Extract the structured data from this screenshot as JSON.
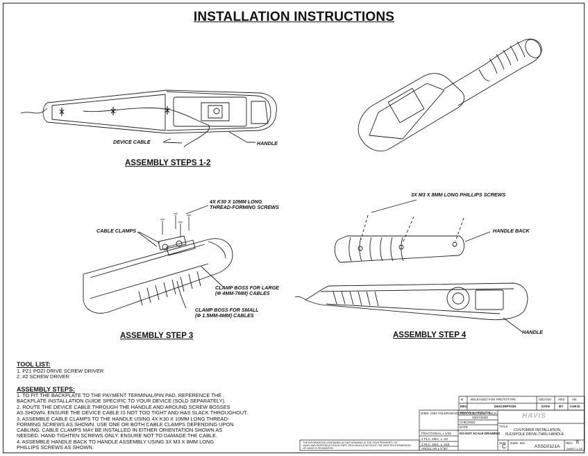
{
  "title": "INSTALLATION INSTRUCTIONS",
  "steps": {
    "s12": "ASSEMBLY STEPS 1-2",
    "s3": "ASSEMBLY STEP 3",
    "s4": "ASSEMBLY STEP 4"
  },
  "callouts": {
    "device_cable": "DEVICE CABLE",
    "handle_top": "HANDLE",
    "screws_k30_1": "4X K30 X 10MM LONG",
    "screws_k30_2": "THREAD-FORMING SCREWS",
    "cable_clamps": "CABLE CLAMPS",
    "boss_large_1": "CLAMP BOSS FOR LARGE",
    "boss_large_2": "(Φ 4MM-7MM) CABLES",
    "boss_small_1": "CLAMP BOSS FOR SMALL",
    "boss_small_2": "(Φ 1.5MM-4MM) CABLES",
    "screws_m3": "3X M3 X 8MM LONG PHILLIPS SCREWS",
    "handle_back": "HANDLE BACK",
    "handle_bottom": "HANDLE"
  },
  "tool_list": {
    "heading": "TOOL LIST:",
    "items": [
      "1.  PZ1 POZI DRIVE SCREW DRIVER",
      "2.  #2 SCREW DRIVER"
    ]
  },
  "assembly_steps": {
    "heading": "ASSEMBLY STEPS:",
    "lines": [
      "1.  TO FIT THE BACKPLATE TO THE PAYMENT TERMINAL/PIN PAD, REFERENCE THE",
      "     BACKPLATE INSTALLATION GUIDE SPECIFIC TO YOUR DEVICE (SOLD SEPARATELY).",
      "2.  ROUTE THE DEVICE CABLE THROUGH THE HANDLE AND AROUND SCREW BOSSES",
      "     AS SHOWN. ENSURE THE DEVICE CABLE IS NOT TOO TIGHT AND HAS SLACK THROUGHOUT.",
      "3.  ASSEMBLE CABLE CLAMPS TO THE HANDLE USING 4X K30 X 10MM LONG THREAD-",
      "     FORMING SCREWS AS SHOWN. USE ONE OR BOTH CABLE CLAMPS DEPENDING UPON",
      "     CABLING. CABLE CLAMPS MAY BE INSTALLED IN EITHER ORIENTATION SHOWN AS",
      "     NEEDED. HAND TIGHTEN SCREWS ONLY. ENSURE NOT TO DAMAGE THE CABLE.",
      "4.  ASSEMBLE HANDLE BACK TO HANDLE ASSEMBLY USING 3X M3 X 8MM LONG",
      "     PHILLIPS SCREWS AS SHOWN."
    ]
  },
  "title_block": {
    "rev_letter": "B",
    "rev_desc": "RELEASED FOR PROTOTYPE",
    "rev_date": "03/27/20",
    "rev_by": "ARS",
    "rev_chk": "AN",
    "hdr_rev": "REV.",
    "hdr_desc": "DESCRIPTION",
    "hdr_date": "DATE",
    "hdr_by": "BY",
    "hdr_chk": "CHK'D",
    "drawn_label": "DRAWN",
    "drawn_by": "A. NORLING",
    "drawn_date": "03/27/2020",
    "checked_label": "CHECKED",
    "date_label": "DATE",
    "dns": "DO NOT SCALE DRAWING",
    "frac": "FRACTIONAL  ±  1/32",
    "dec2": "2 PLC. DEC.   ±  .03",
    "dec3": "3 PLC. DEC.   ±  .010",
    "ang": "ANGULAR   ±  0°30'",
    "logo": "HAVIS",
    "title_label": "TITLE",
    "title1": "CUSTOMER INSTALLATION,",
    "title2": "FLEXIPOLE DRIVE-THRU HANDLE",
    "size_label": "SIZE",
    "size": "C",
    "dwgno_label": "DWG.  NO.",
    "dwgno": "ASSD0121A",
    "rev_label": "REV.",
    "rev": "B",
    "sheet": "SHEET 1 OF 1",
    "prop1": "THE INFORMATION CONTAINED IN THIS DRAWING IS THE SOLE PROPERTY OF",
    "prop2": "HAVIS AND REPRODUCTION IN PART OR IN WHOLE WITHOUT THE WRITTEN PERMISSION",
    "prop3": "OF HAVIS IS PROHIBITED.",
    "dims_note": "DIMS. AND TOLERANCES PER ASME Y14.5 - INCH"
  }
}
